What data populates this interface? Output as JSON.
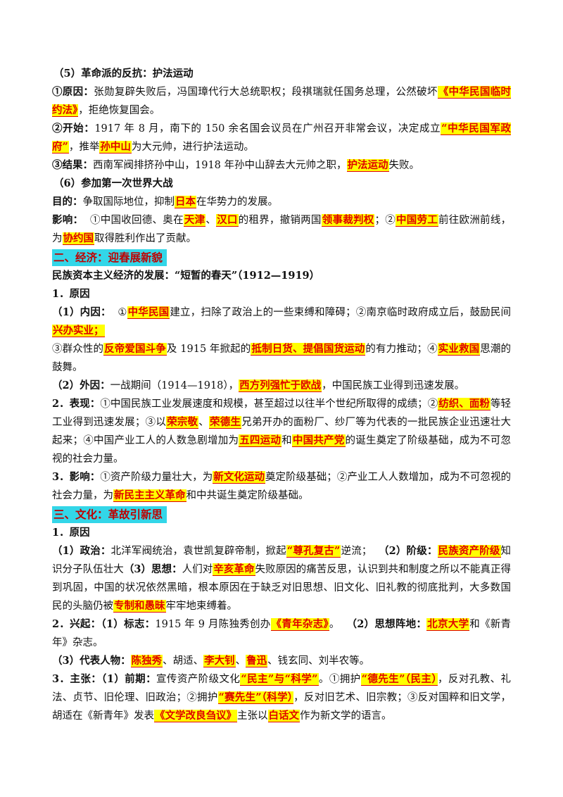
{
  "s5": {
    "title": "（5）革命派的反抗：护法运动",
    "reason_label": "①原因：",
    "reason_a": "张勋复辟失败后，冯国璋代行大总统职权；段祺瑞就任国务总理，公然破坏",
    "reason_hl1": "《中华民国临时约法》",
    "reason_b": "，拒绝恢复国会。",
    "start_label": "②开始：",
    "start_a": "1917 年 8 月，南下的 150 余名国会议员在广州召开非常会议，决定成立",
    "start_hl1": "“中华民国军政府”",
    "start_b": "，推举",
    "start_hl2": "孙中山",
    "start_c": "为大元帅，进行护法运动。",
    "result_label": "③结果：",
    "result_a": "西南军阀排挤孙中山，1918 年孙中山辞去大元帅之职，",
    "result_hl1": "护法运动",
    "result_b": "失败。"
  },
  "s6": {
    "title": "（6）参加第一次世界大战",
    "purpose_label": "目的：",
    "purpose_a": "争取国际地位，抑制",
    "purpose_hl1": "日本",
    "purpose_b": "在华势力的发展。",
    "impact_label": "影响：",
    "impact_a": "①中国收回德、奥在",
    "impact_hl1": "天津",
    "impact_b": "、",
    "impact_hl2": "汉口",
    "impact_c": "的租界，撤销两国",
    "impact_hl3": "领事裁判权",
    "impact_d": "；②",
    "impact_hl4": "中国劳工",
    "impact_e": "前往欧洲前线，为",
    "impact_hl5": "协约国",
    "impact_f": "取得胜利作出了贡献。"
  },
  "econ": {
    "heading": "二、经济：迎春展新貌",
    "subtitle": "民族资本主义经济的发展：“短暂的春天”（1912—1919）",
    "cause_title": "1．原因",
    "internal_label": "（1）内因：",
    "internal_a": "①",
    "internal_hl1": "中华民国",
    "internal_b": "建立，扫除了政治上的一些束缚和障碍；②南京临时政府成立后，鼓励民间",
    "internal_hl2": "兴办实业；",
    "internal_c": "③群众性的",
    "internal_hl3": "反帝爱国斗争",
    "internal_d": "及 1915 年掀起的",
    "internal_hl4": "抵制日货、提倡国货运动",
    "internal_e": "的有力推动；④",
    "internal_hl5": "实业救国",
    "internal_f": "思潮的鼓舞。",
    "external_label": "（2）外因：",
    "external_a": "一战期间（1914—1918），",
    "external_hl1": "西方列强忙于欧战",
    "external_b": "，中国民族工业得到迅速发展。",
    "perf_label": "2．表现：",
    "perf_a": "①中国民族工业发展速度和规模，甚至超过以往半个世纪所取得的成绩；②",
    "perf_hl1": "纺织、面粉",
    "perf_b": "等轻工业得到迅速发展；③以",
    "perf_hl2": "荣宗敬",
    "perf_c": "、",
    "perf_hl3": "荣德生",
    "perf_d": "兄弟开办的面粉厂、纱厂等为代表的一批民族企业迅速壮大起来；④中国产业工人的人数急剧增加为",
    "perf_hl4": "五四运动",
    "perf_e": "和",
    "perf_hl5": "中国共产党",
    "perf_f": "的诞生奠定了阶级基础，成为不可忽视的社会力量。",
    "effect_label": "3．影响：",
    "effect_a": "①资产阶级力量壮大，为",
    "effect_hl1": "新文化运动",
    "effect_b": "奠定阶级基础；②产业工人人数增加，成为不可忽视的社会力量，为",
    "effect_hl2": "新民主主义革命",
    "effect_c": "和中共诞生奠定阶级基础。"
  },
  "cult": {
    "heading": "三、文化：革故引新思",
    "cause_title": "1．原因",
    "pol_label": "（1）政治：",
    "pol_a": "北洋军阀统治，袁世凯复辟帝制，掀起",
    "pol_hl1": "“尊孔复古”",
    "pol_b": "逆流；",
    "class_label": "（2）阶级：",
    "class_hl1": "民族资产阶级",
    "class_a": "知识分子队伍壮大",
    "thought_label": "（3）思想：",
    "thought_a": "人们对",
    "thought_hl1": "辛亥革命",
    "thought_b": "失败原因的痛苦反思，认识到共和制度之所以不能真正得到巩固，中国的状况依然黑暗，根本原因在于缺乏对旧思想、旧文化、旧礼教的彻底批判，大多数国民的头脑仍被",
    "thought_hl2": "专制和愚昧",
    "thought_c": "牢牢地束缚着。",
    "rise_label": "2．兴起：",
    "sign_label": "（1）标志：",
    "sign_a": "1915 年 9 月陈独秀创办",
    "sign_hl1": "《青年杂志》",
    "sign_b": "。",
    "base_label": "（2）思想阵地：",
    "base_hl1": "北京大学",
    "base_a": "和《新青年》杂志。",
    "rep_label": "（3）代表人物：",
    "rep_hl1": "陈独秀",
    "rep_a": "、胡适、",
    "rep_hl2": "李大钊",
    "rep_b": "、",
    "rep_hl3": "鲁迅",
    "rep_c": "、钱玄同、刘半农等。",
    "claim_label": "3．主张：",
    "early_label": "（1）前期：",
    "early_a": "宣传资产阶级文化",
    "early_hl1": "“民主”与“科学”",
    "early_b": "。①拥护",
    "early_hl2": "“德先生”（民主）",
    "early_c": "，反对孔教、礼法、贞节、旧伦理、旧政治；②拥护",
    "early_hl3": "“赛先生”（科学）",
    "early_d": "，反对旧艺术、旧宗教；③反对国粹和旧文学，胡适在《新青年》发表",
    "early_hl4": "《文学改良刍议》",
    "early_e": "主张以",
    "early_hl5": "白话文",
    "early_f": "作为新文学的语言。"
  }
}
